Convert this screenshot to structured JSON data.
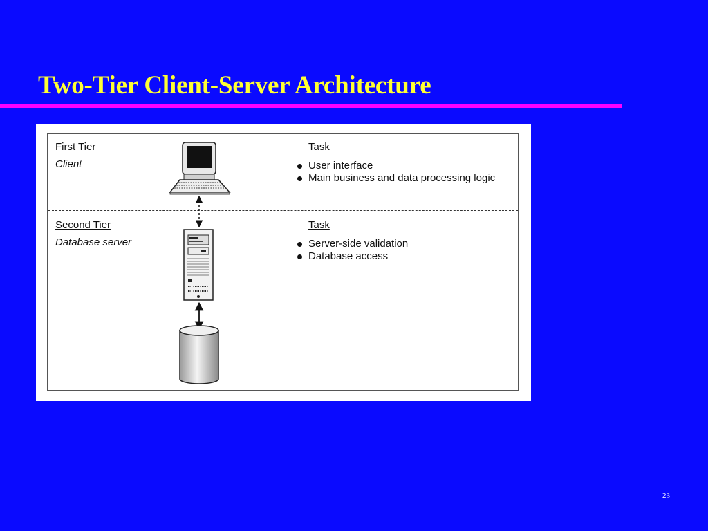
{
  "slide": {
    "title": "Two-Tier Client-Server Architecture",
    "page_number": "23"
  },
  "tiers": [
    {
      "tier_label": "First Tier",
      "role": "Client",
      "task_heading": "Task",
      "tasks": [
        "User interface",
        "Main business and data processing logic"
      ]
    },
    {
      "tier_label": "Second Tier",
      "role": "Database server",
      "task_heading": "Task",
      "tasks": [
        "Server-side validation",
        "Database access"
      ]
    }
  ],
  "icons": {
    "client": "computer-workstation-icon",
    "server": "server-tower-icon",
    "database": "database-cylinder-icon"
  },
  "colors": {
    "background": "#0a0aff",
    "title": "#ffff33",
    "rule": "#ff00ff"
  }
}
